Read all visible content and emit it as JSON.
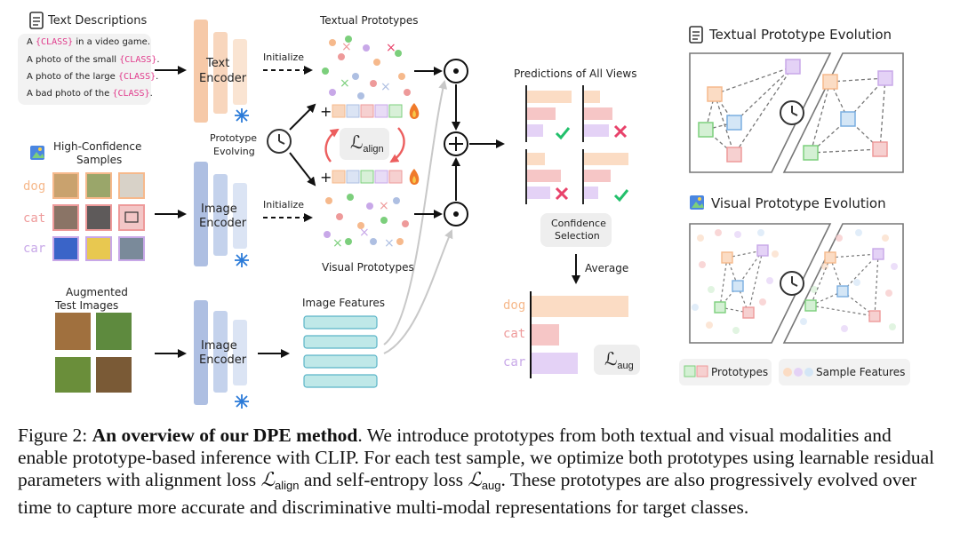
{
  "figure": {
    "text_descriptions": {
      "title": "Text Descriptions",
      "templates": [
        {
          "pre": "A ",
          "cls": "{CLASS}",
          "post": " in a video game."
        },
        {
          "pre": "A photo of the small ",
          "cls": "{CLASS}",
          "post": "."
        },
        {
          "pre": "A photo of the large ",
          "cls": "{CLASS}",
          "post": "."
        },
        {
          "pre": "A bad photo of the ",
          "cls": "{CLASS}",
          "post": "."
        }
      ]
    },
    "high_confidence": {
      "title_line1": "High-Confidence",
      "title_line2": "Samples"
    },
    "classes": [
      "dog",
      "cat",
      "car"
    ],
    "augmented": {
      "title_line1": "Augmented",
      "title_line2": "Test Images"
    },
    "encoders": {
      "text": [
        "Text",
        "Encoder"
      ],
      "image": [
        "Image",
        "Encoder"
      ]
    },
    "initialize": "Initialize",
    "prototype_evolving": [
      "Prototype",
      "Evolving"
    ],
    "textual_prototypes": "Textual Prototypes",
    "visual_prototypes": "Visual Prototypes",
    "image_features": "Image Features",
    "loss_align": {
      "symbol": "ℒ",
      "sub": "align"
    },
    "loss_aug": {
      "symbol": "ℒ",
      "sub": "aug"
    },
    "predictions": "Predictions of All Views",
    "confidence_selection": [
      "Confidence",
      "Selection"
    ],
    "average": "Average",
    "ops": {
      "dot": "⊙",
      "plus": "⊕",
      "add": "+"
    },
    "textual_evolution": "Textual Prototype Evolution",
    "visual_evolution": "Visual Prototype Evolution",
    "legend": {
      "prototypes": "Prototypes",
      "sample_features": "Sample Features"
    },
    "average_bars": [
      {
        "label": "dog",
        "value": 0.95
      },
      {
        "label": "cat",
        "value": 0.27
      },
      {
        "label": "car",
        "value": 0.45
      }
    ],
    "colors": {
      "text_encoder": "#f6c9a8",
      "image_encoder": "#aebfe2",
      "dog": "#f6b98c",
      "cat": "#ee9a9a",
      "car": "#c8a8e8",
      "class_text": "#e0388a",
      "check": "#22c06b",
      "cross": "#e8426a",
      "feature": "#bfe8e8"
    },
    "icons": [
      "document-icon",
      "image-icon",
      "snowflake-icon",
      "fire-icon",
      "clock-cycle-icon",
      "check-icon",
      "cross-icon"
    ]
  },
  "caption": {
    "label": "Figure 2:",
    "bold": "An overview of our DPE method",
    "text1": ". We introduce prototypes from both textual and visual modalities and enable prototype-based inference with CLIP. For each test sample, we optimize both prototypes using learnable residual parameters with alignment loss ",
    "loss1_symbol": "ℒ",
    "loss1_sub": "align",
    "text2": " and self-entropy loss ",
    "loss2_symbol": "ℒ",
    "loss2_sub": "aug",
    "text3": ". These prototypes are also progressively evolved over time to capture more accurate and discriminative multi-modal representations for target classes."
  }
}
